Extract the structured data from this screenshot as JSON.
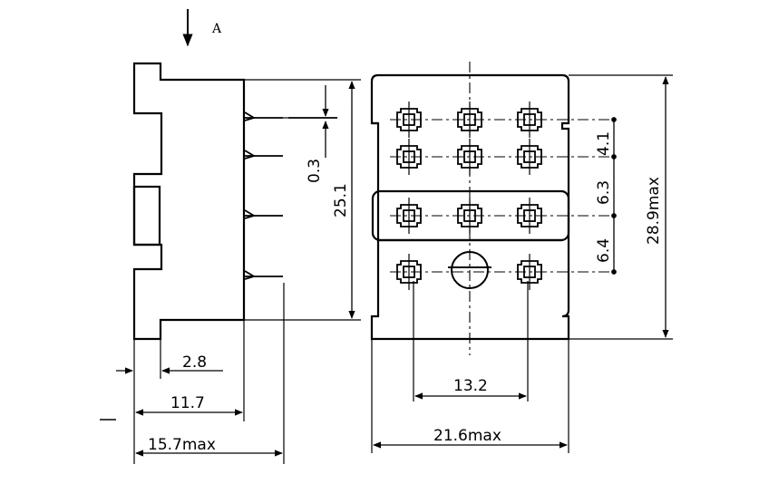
{
  "view_label": "A",
  "side_view": {
    "dim_terminal_offset": "0.3",
    "dim_height": "25.1",
    "dim_flange": "2.8",
    "dim_body_depth": "11.7",
    "dim_total_depth": "15.7max"
  },
  "front_view": {
    "dim_pitch_top": "4.1",
    "dim_pitch_mid": "6.3",
    "dim_pitch_bottom": "6.4",
    "dim_total_height": "28.9max",
    "dim_pin_span": "13.2",
    "dim_total_width": "21.6max"
  }
}
